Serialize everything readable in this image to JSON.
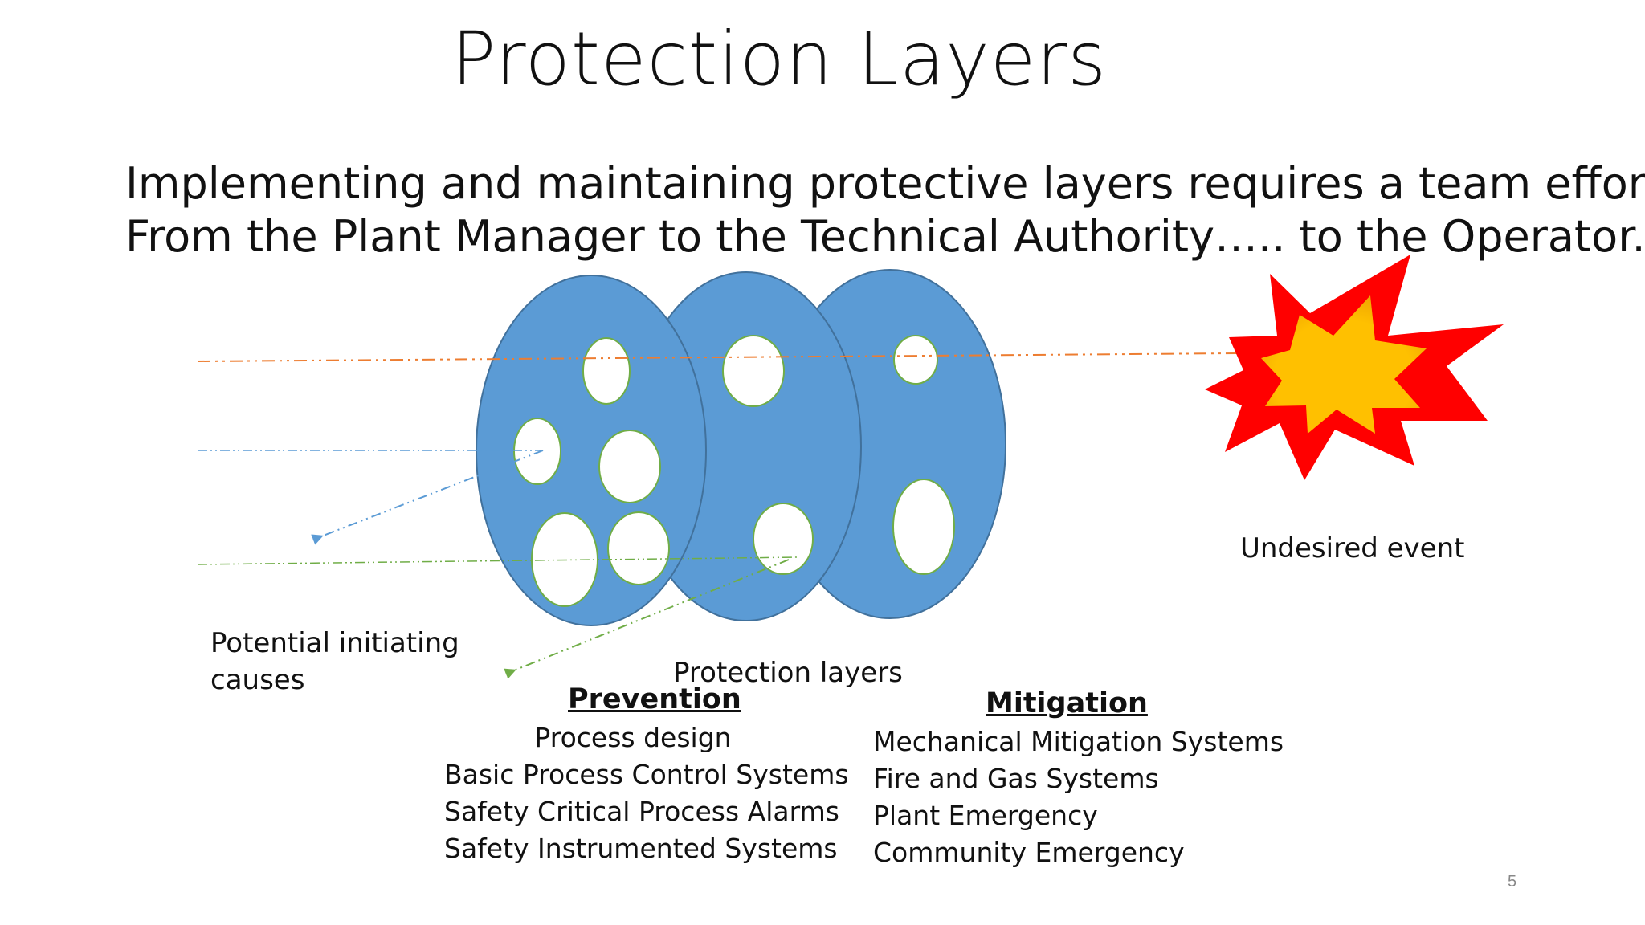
{
  "slide": {
    "title": "Protection Layers",
    "subtitle_line1": "Implementing and maintaining protective layers requires a team effort.",
    "subtitle_line2": "From the Plant Manager to the Technical Authority….. to the Operator.",
    "page_number": "5"
  },
  "diagram": {
    "initiating_causes_line1": "Potential initiating",
    "initiating_causes_line2": "causes",
    "protection_layers_label": "Protection layers",
    "undesired_event_label": "Undesired event",
    "colors": {
      "layer_fill": "#5b9bd5",
      "layer_stroke": "#41719c",
      "hole_stroke": "#70ad47",
      "path_orange": "#ed7d31",
      "path_blue": "#5b9bd5",
      "path_green": "#70ad47",
      "explosion_outer": "#ff0000",
      "explosion_inner": "#ffc000"
    }
  },
  "prevention": {
    "heading": "Prevention",
    "items": [
      "Process design",
      "Basic Process Control Systems",
      "Safety Critical Process Alarms",
      "Safety Instrumented Systems"
    ]
  },
  "mitigation": {
    "heading": "Mitigation",
    "items": [
      "Mechanical Mitigation Systems",
      "Fire and Gas Systems",
      "Plant Emergency",
      "Community Emergency"
    ]
  }
}
